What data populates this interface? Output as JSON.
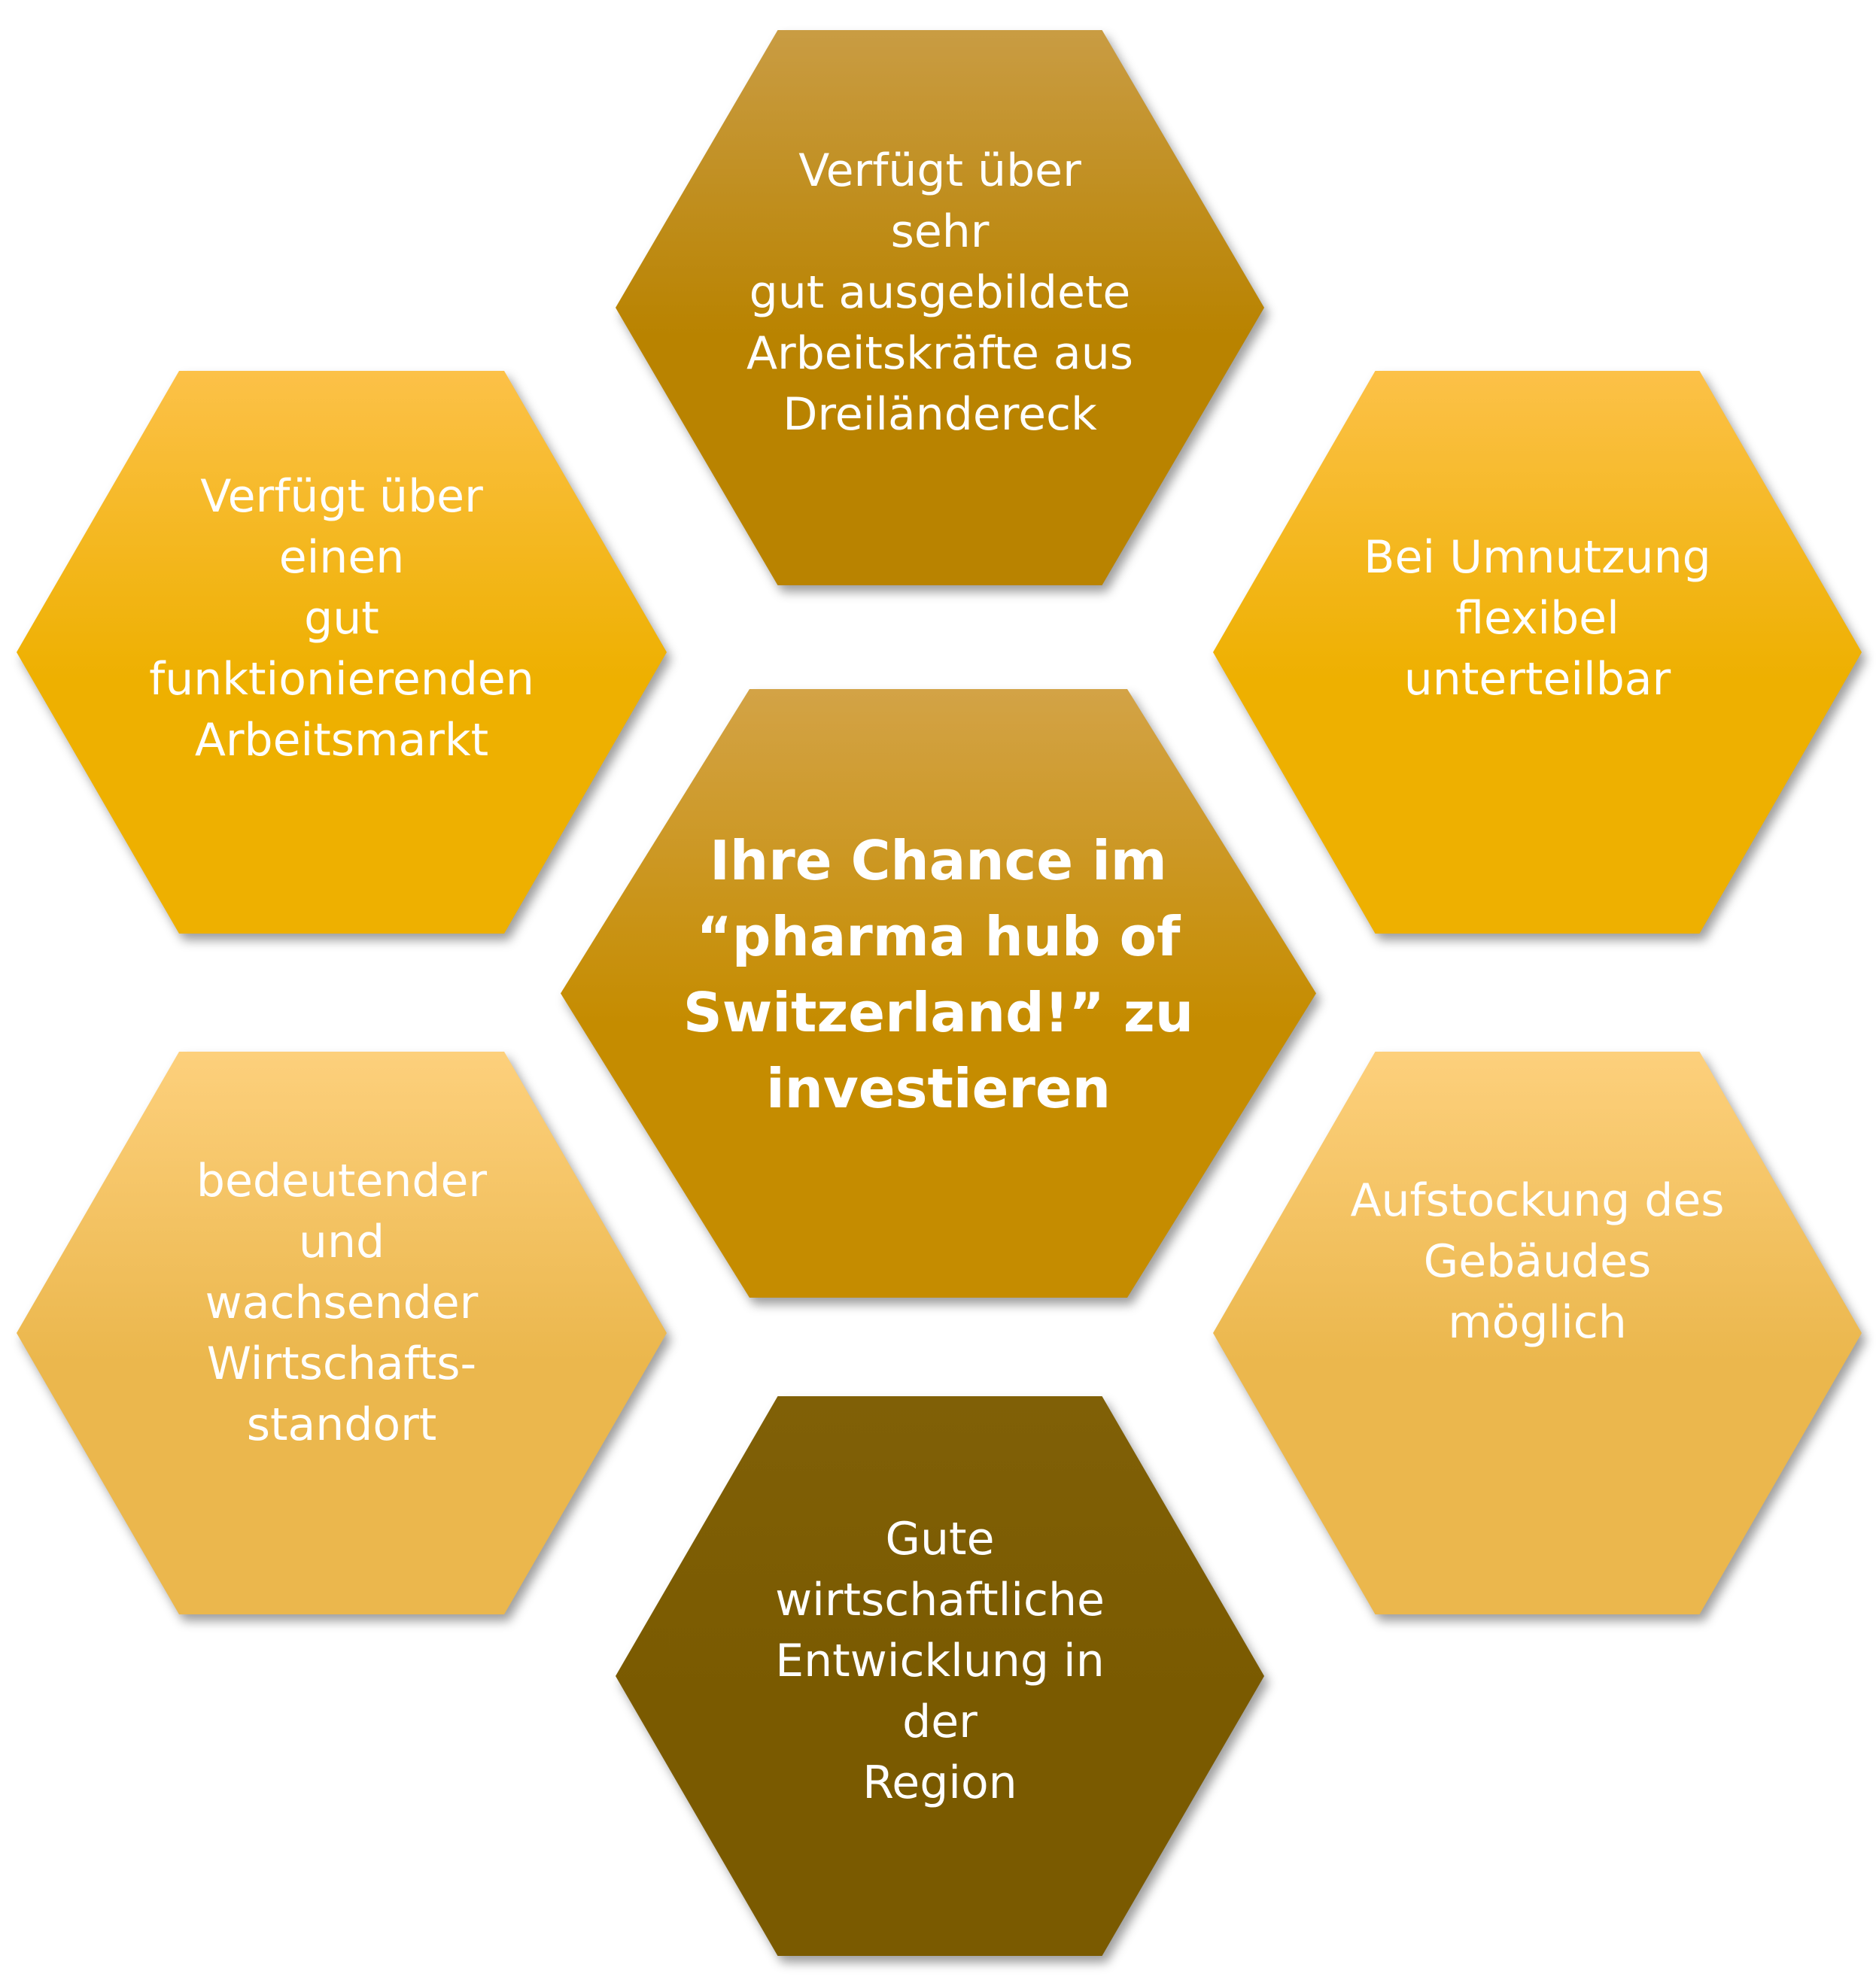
{
  "diagram": {
    "center": {
      "text": "Ihre Chance im\n“pharma hub of\nSwitzerland!” zu\ninvestieren",
      "color_top": "#d3a346",
      "color_bottom": "#c58c00"
    },
    "hexagons": {
      "top": {
        "text": "Verfügt über sehr\ngut ausgebildete\nArbeitskräfte aus\nDreiländereck",
        "color_top": "#c99c43",
        "color_bottom": "#b98300"
      },
      "upper_left": {
        "text": "Verfügt über einen\ngut\nfunktionierenden\nArbeitsmarkt",
        "color_top": "#fcc148",
        "color_bottom": "#eeb000"
      },
      "upper_right": {
        "text": "Bei Umnutzung\nflexibel\nunterteilbar",
        "color_top": "#fcc148",
        "color_bottom": "#eeb000"
      },
      "lower_left": {
        "text": "bedeutender und\nwachsender\nWirtschafts-\nstandort",
        "color_top": "#fdd07c",
        "color_bottom": "#ebb74d"
      },
      "lower_right": {
        "text": "Aufstockung des\nGebäudes möglich",
        "color_top": "#fdd07c",
        "color_bottom": "#ebb74d"
      },
      "bottom": {
        "text": "Gute\nwirtschaftliche\nEntwicklung in der\nRegion",
        "color_top": "#806007",
        "color_bottom": "#7a5a00"
      }
    }
  }
}
